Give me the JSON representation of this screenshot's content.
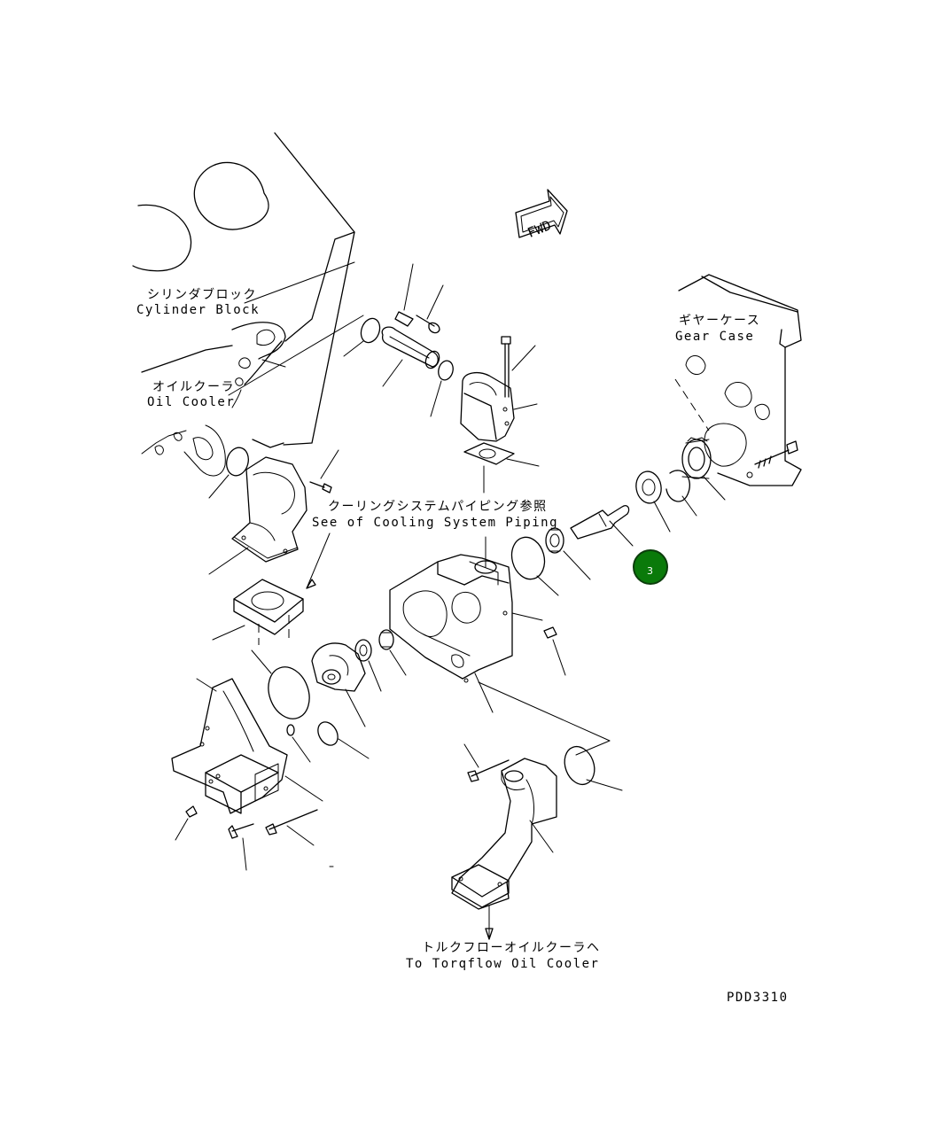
{
  "labels": {
    "cylinder_block_jp": "シリンダブロック",
    "cylinder_block_en": "Cylinder Block",
    "oil_cooler_jp": "オイルクーラ",
    "oil_cooler_en": "Oil Cooler",
    "gear_case_jp": "ギヤーケース",
    "gear_case_en": "Gear Case",
    "cooling_piping_jp": "クーリングシステムパイピング参照",
    "cooling_piping_en": "See of Cooling System Piping",
    "torqflow_jp": "トルクフローオイルクーラヘ",
    "torqflow_en": "To Torqflow Oil Cooler",
    "fwd": "FWD",
    "drawing_code": "PDD3310"
  },
  "callouts": [
    {
      "number": "3",
      "color": "#0a7a0a",
      "text_color": "#ffffff",
      "border_color": "#0c3d0c"
    }
  ]
}
